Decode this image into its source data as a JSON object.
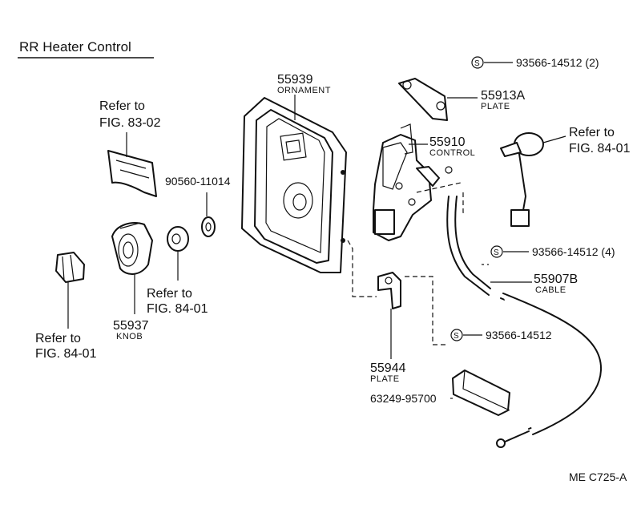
{
  "title": "RR  Heater  Control",
  "drawing_code": "ME  C725-A",
  "screw_symbol": "S",
  "refs": {
    "fig_8302": {
      "line1": "Refer to",
      "line2": "FIG. 83-02"
    },
    "fig_8401_right": {
      "line1": "Refer to",
      "line2": "FIG. 84-01"
    },
    "fig_8401_mid": {
      "line1": "Refer to",
      "line2": "FIG. 84-01"
    },
    "fig_8401_left": {
      "line1": "Refer to",
      "line2": "FIG. 84-01"
    }
  },
  "parts": {
    "ornament": {
      "number": "55939",
      "name": "ORNAMENT"
    },
    "plate_top": {
      "number": "55913A",
      "name": "PLATE"
    },
    "control": {
      "number": "55910",
      "name": "CONTROL"
    },
    "cable": {
      "number": "55907B",
      "name": "CABLE"
    },
    "knob": {
      "number": "55937",
      "name": "KNOB"
    },
    "plate_bottom": {
      "number": "55944",
      "name": "PLATE"
    },
    "washer": {
      "number": "90560-11014"
    },
    "clip": {
      "number": "63249-95700"
    },
    "screw_top": {
      "number": "93566-14512 (2)"
    },
    "screw_mid": {
      "number": "93566-14512 (4)"
    },
    "screw_low": {
      "number": "93566-14512"
    }
  }
}
